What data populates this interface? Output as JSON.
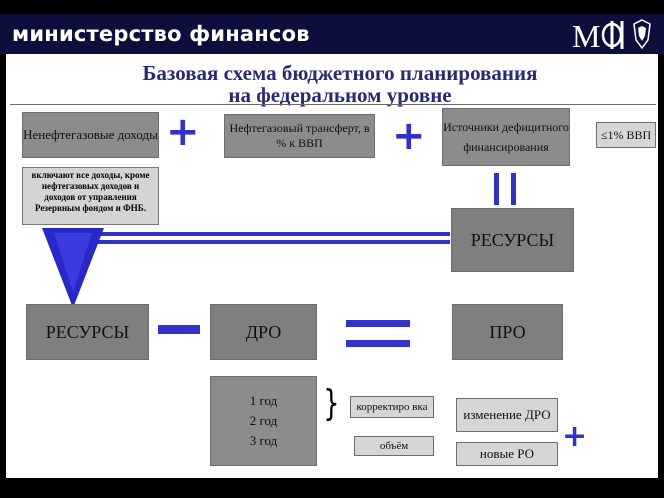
{
  "header": {
    "ministry": "министерство финансов"
  },
  "title": {
    "line1": "Базовая схема бюджетного планирования",
    "line2": "на федеральном уровне"
  },
  "top_row": {
    "non_oil_revenue": "Ненефтегазовые доходы",
    "oil_transfer": "Нефтегазовый трансферт, в % к ВВП",
    "deficit_sources": "Источники дефицитного финансирования",
    "gdp_limit": "≤1% ВВП"
  },
  "note": "включают все доходы, кроме нефтегазовых доходов и доходов от управления Резервным фондом и ФНБ.",
  "resources_right": "РЕСУРСЫ",
  "middle_row": {
    "resources": "РЕСУРСЫ",
    "dro": "ДРО",
    "pro": "ПРО"
  },
  "years": [
    "1 год",
    "2 год",
    "3 год"
  ],
  "adjust": {
    "correction": "корректиро вка",
    "volume": "объём"
  },
  "pro_parts": {
    "change_dro": "изменение ДРО",
    "new_ro": "новые РО"
  },
  "symbols": {
    "plus": "+",
    "minus": "−",
    "equals": "=",
    "brace": "}"
  },
  "colors": {
    "accent": "#3232c8",
    "header": "#0e0e3c",
    "box": "#8c8c8c"
  }
}
